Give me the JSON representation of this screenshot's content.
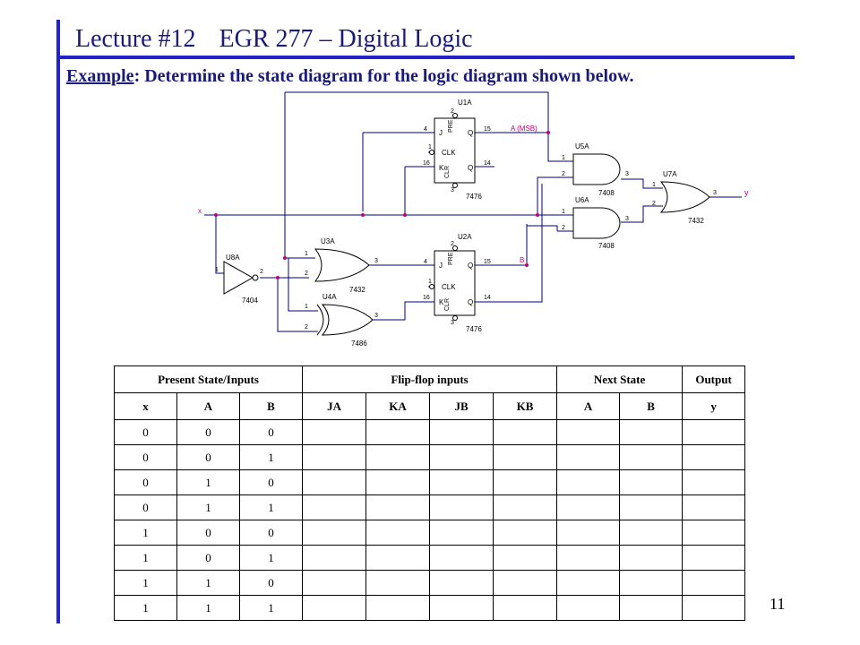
{
  "header": {
    "lecture": "Lecture #12",
    "course": "EGR 277 – Digital Logic"
  },
  "example": {
    "label": "Example",
    "text": ":  Determine the state diagram for the logic diagram shown below."
  },
  "schematic": {
    "input_x": "x",
    "output_y": "y",
    "ff_a": {
      "ref": "U1A",
      "part": "7476",
      "pins": {
        "pre": "2",
        "j": "4",
        "clk": "1",
        "k": "16",
        "clr": "3",
        "q": "15",
        "qbar": "14"
      },
      "labels": {
        "pre": "PRE",
        "j": "J",
        "clk": "CLK",
        "k": "K",
        "clr": "CLR",
        "q": "Q",
        "qbar": "Q"
      }
    },
    "ff_b": {
      "ref": "U2A",
      "part": "7476",
      "pins": {
        "pre": "2",
        "j": "4",
        "clk": "1",
        "k": "16",
        "clr": "3",
        "q": "15",
        "qbar": "14"
      },
      "labels": {
        "pre": "PRE",
        "j": "J",
        "clk": "CLK",
        "k": "K",
        "clr": "CLR",
        "q": "Q",
        "qbar": "Q"
      }
    },
    "net_a": "A (MSB)",
    "net_b": "B",
    "inverter": {
      "ref": "U8A",
      "part": "7404",
      "pin_in": "1",
      "pin_out": "2"
    },
    "or_u3": {
      "ref": "U3A",
      "part": "7432",
      "pin_in1": "1",
      "pin_in2": "2",
      "pin_out": "3"
    },
    "xor_u4": {
      "ref": "U4A",
      "part": "7486",
      "pin_in1": "1",
      "pin_in2": "2",
      "pin_out": "3"
    },
    "and_u5": {
      "ref": "U5A",
      "part": "7408",
      "pin_in1": "1",
      "pin_in2": "2",
      "pin_out": "3"
    },
    "and_u6": {
      "ref": "U6A",
      "part": "7408",
      "pin_in1": "1",
      "pin_in2": "2",
      "pin_out": "3"
    },
    "or_u7": {
      "ref": "U7A",
      "part": "7432",
      "pin_in1": "1",
      "pin_in2": "2",
      "pin_out": "3"
    }
  },
  "table": {
    "groups": [
      "Present State/Inputs",
      "Flip-flop inputs",
      "Next State",
      "Output"
    ],
    "columns": [
      "x",
      "A",
      "B",
      "JA",
      "KA",
      "JB",
      "KB",
      "A",
      "B",
      "y"
    ],
    "rows": [
      [
        "0",
        "0",
        "0"
      ],
      [
        "0",
        "0",
        "1"
      ],
      [
        "0",
        "1",
        "0"
      ],
      [
        "0",
        "1",
        "1"
      ],
      [
        "1",
        "0",
        "0"
      ],
      [
        "1",
        "0",
        "1"
      ],
      [
        "1",
        "1",
        "0"
      ],
      [
        "1",
        "1",
        "1"
      ]
    ]
  },
  "page_number": "11",
  "colors": {
    "accent": "#2323c8",
    "title": "#1a1a7a",
    "wire": "#000080",
    "junction": "#c0007a"
  }
}
